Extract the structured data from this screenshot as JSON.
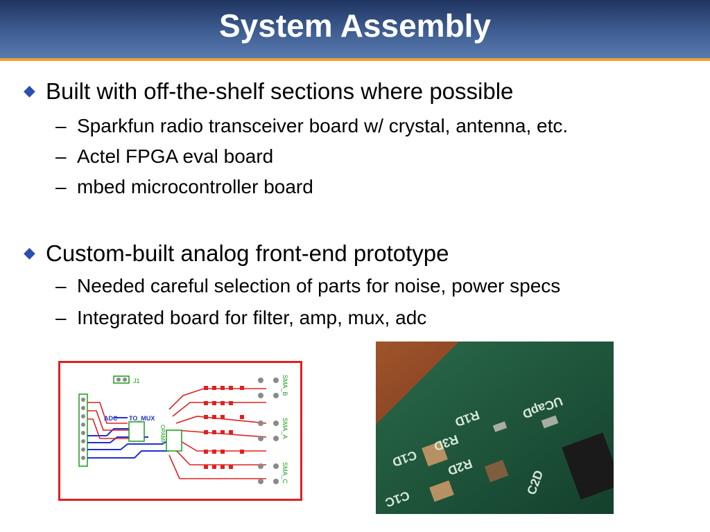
{
  "slide": {
    "title": "System Assembly",
    "bullets": [
      {
        "text": "Built with off-the-shelf sections where possible",
        "sub": [
          "Sparkfun radio transceiver board w/ crystal, antenna, etc.",
          "Actel FPGA eval board",
          "mbed microcontroller board"
        ]
      },
      {
        "text": "Custom-built analog front-end prototype",
        "sub": [
          "Needed careful selection of parts for noise, power specs",
          "Integrated board for filter, amp, mux, adc"
        ]
      }
    ],
    "bullet_marker": "◆",
    "sub_marker": "–"
  },
  "pcb_labels": {
    "j1": "J1",
    "adc": "ADC",
    "mux": "TO_MUX",
    "opamp": "OPAMP",
    "sma_b": "SMA_B",
    "sma_a": "SMA_A",
    "sma_c": "SMA_C"
  },
  "photo_labels": {
    "r1d": "R1D",
    "ucapd": "UCapD",
    "r3d": "R3D",
    "c1d": "C1D",
    "r2d": "R2D",
    "c2d": "C2D",
    "c1c": "C1C"
  },
  "colors": {
    "title_bar": "#3f5e92",
    "title_underline": "#f0a030",
    "bullet": "#2a4fae",
    "pcb_outline": "#e02020",
    "pcb_trace_blue": "#2030d0",
    "pcb_silkscreen": "#1a9a1a",
    "photo_board": "#1f5a40"
  }
}
